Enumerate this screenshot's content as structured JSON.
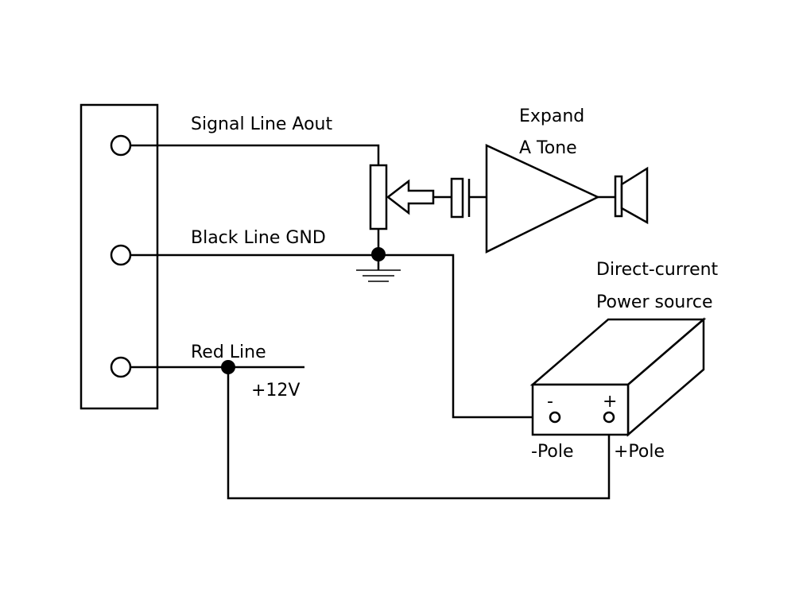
{
  "labels": {
    "signal_line": "Signal Line Aout",
    "black_line": "Black Line GND",
    "red_line": "Red Line",
    "voltage": "+12V",
    "amp_line1": "Expand",
    "amp_line2": "A Tone",
    "power_line1": "Direct-current",
    "power_line2": "Power source",
    "minus_sign": "-",
    "plus_sign": "+",
    "neg_pole": "-Pole",
    "pos_pole": "+Pole"
  }
}
